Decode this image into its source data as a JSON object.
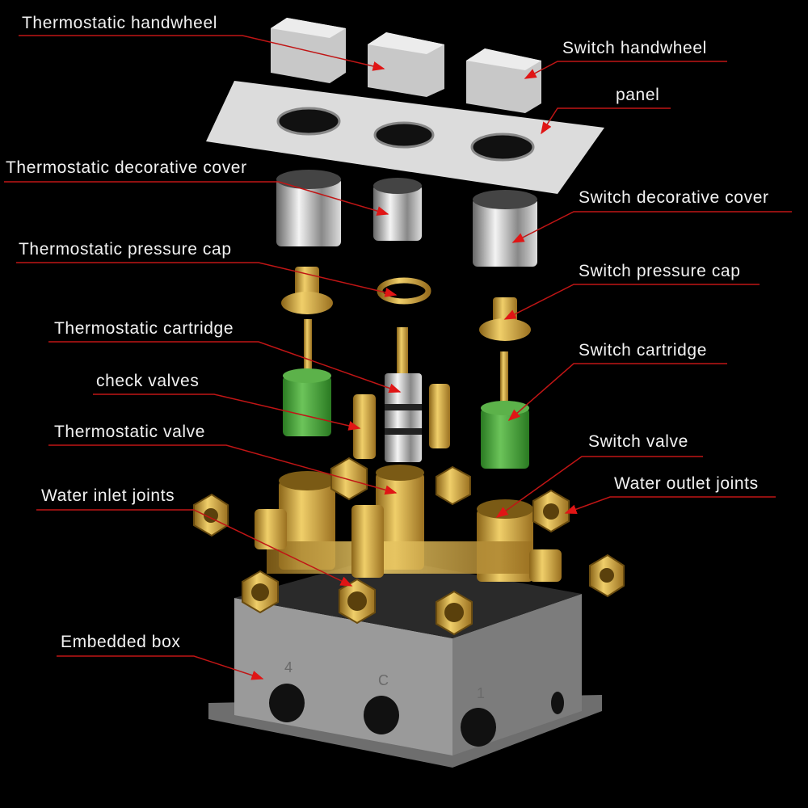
{
  "colors": {
    "background": "#000000",
    "leader": "#e01515",
    "underline": "#a51212",
    "brass": "#c9a23a",
    "chrome": "#b8b8b8",
    "cartridge_green": "#3fa034",
    "box": "#8a8a8a"
  },
  "labels": {
    "thermostatic_handwheel": "Thermostatic handwheel",
    "switch_handwheel": "Switch handwheel",
    "panel": "panel",
    "thermostatic_decorative_cover": "Thermostatic decorative cover",
    "switch_decorative_cover": "Switch decorative cover",
    "thermostatic_pressure_cap": "Thermostatic pressure cap",
    "switch_pressure_cap": "Switch pressure cap",
    "thermostatic_cartridge": "Thermostatic cartridge",
    "switch_cartridge": "Switch cartridge",
    "check_valves": "check valves",
    "thermostatic_valve": "Thermostatic valve",
    "switch_valve": "Switch valve",
    "water_outlet_joints": "Water outlet joints",
    "water_inlet_joints": "Water inlet joints",
    "embedded_box": "Embedded box"
  },
  "box_markings": [
    "4",
    "C",
    "1"
  ]
}
